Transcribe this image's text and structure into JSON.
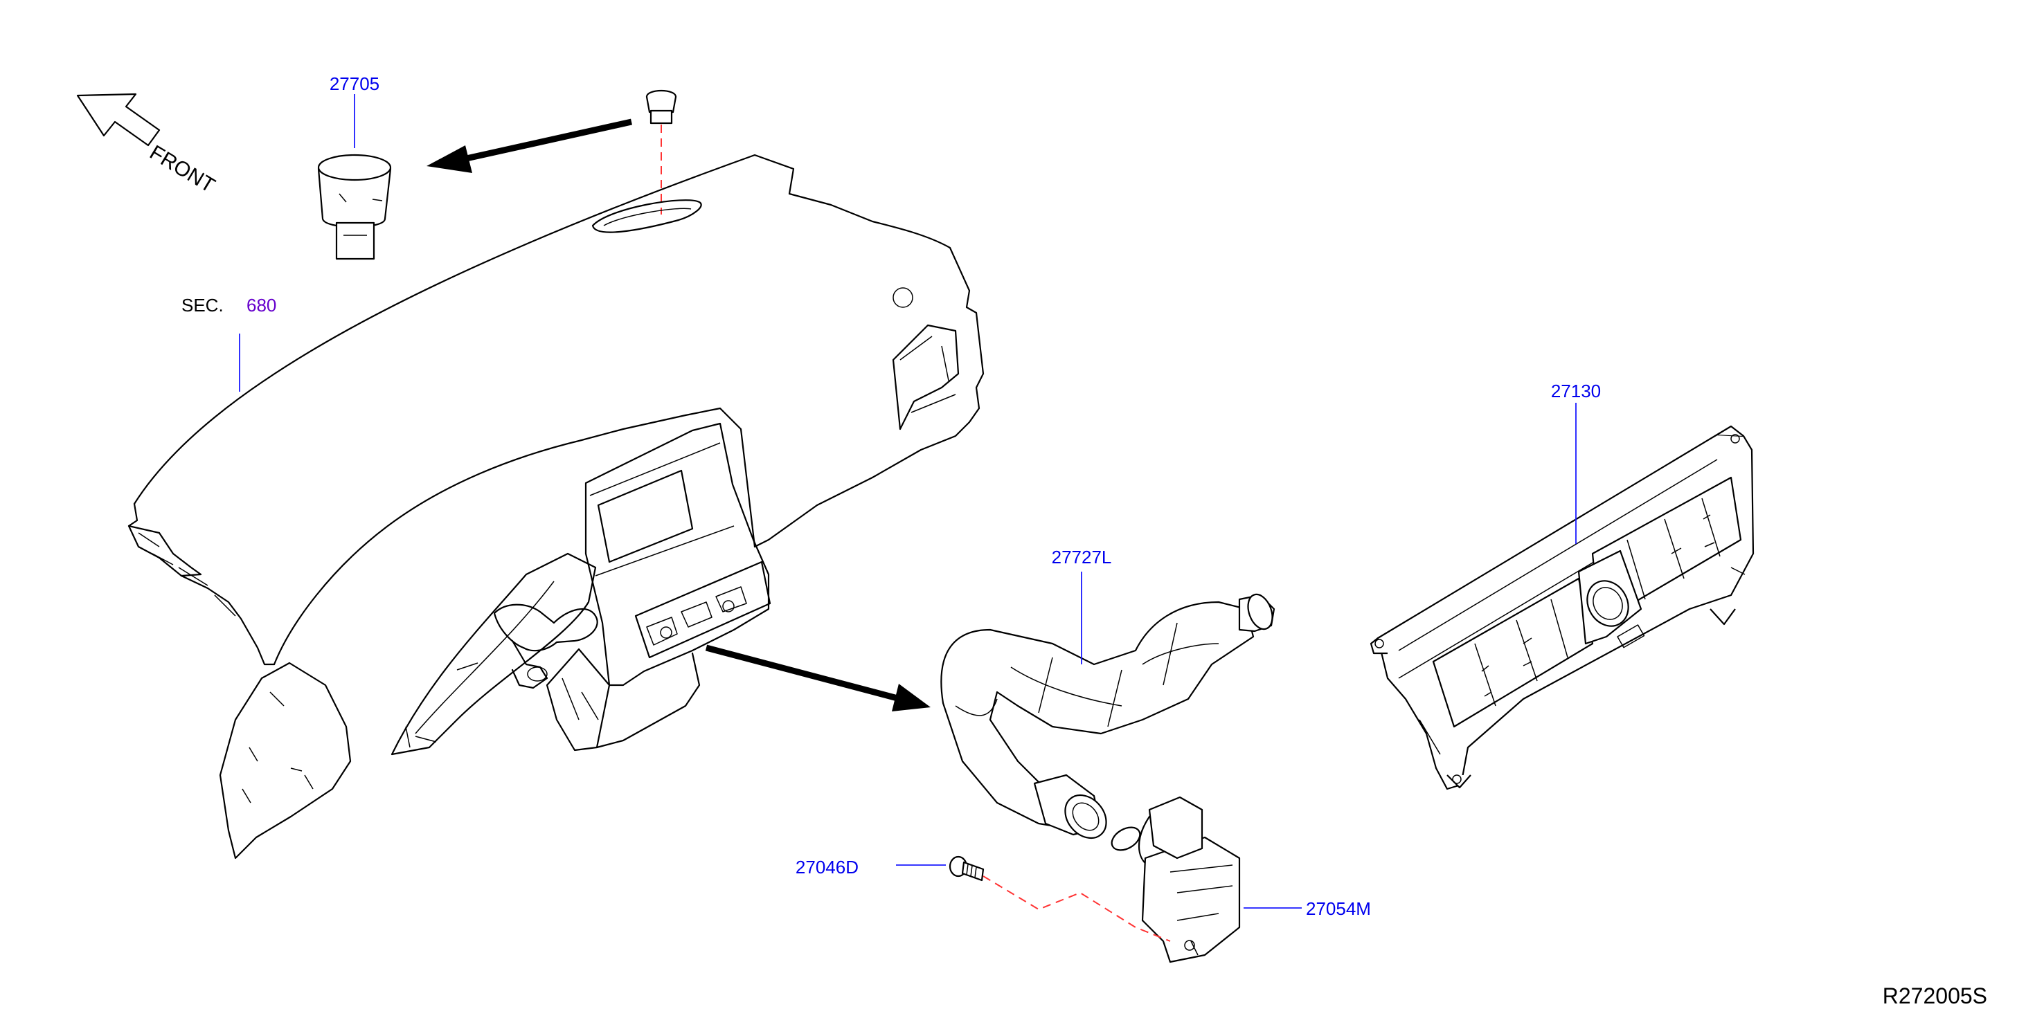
{
  "front_label": "FRONT",
  "section": {
    "prefix": "SEC.",
    "number": "680"
  },
  "callouts": {
    "clip": "27705",
    "hose": "27727L",
    "control_unit": "27130",
    "screw": "27046D",
    "sensor": "27054M"
  },
  "reference_code": "R272005S",
  "colors": {
    "part_numbers": "#0000ee",
    "section_number": "#6600cc",
    "hidden_lines": "#ff3333"
  }
}
